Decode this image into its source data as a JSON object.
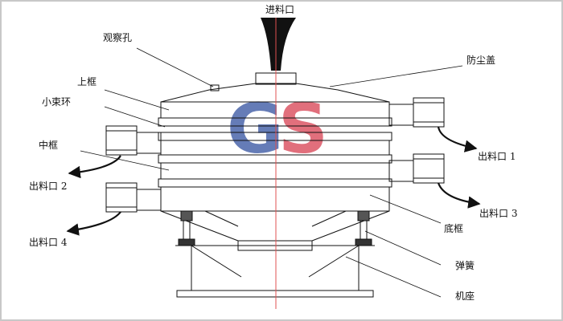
{
  "labels": {
    "inlet": "进料口",
    "observation_hole": "观察孔",
    "dust_cover": "防尘盖",
    "upper_frame": "上框",
    "clamp_ring": "小束环",
    "middle_frame": "中框",
    "outlet_1": "出料口 1",
    "outlet_2": "出料口 2",
    "outlet_3": "出料口 3",
    "outlet_4": "出料口 4",
    "bottom_frame": "底框",
    "spring": "弹簧",
    "base": "机座"
  },
  "logo": {
    "g": "G",
    "s": "S",
    "g_color": "#2b4a9c",
    "s_color": "#d6384a"
  },
  "colors": {
    "axis_line": "#e05050",
    "line": "#111111",
    "border": "#c8c8c8"
  }
}
